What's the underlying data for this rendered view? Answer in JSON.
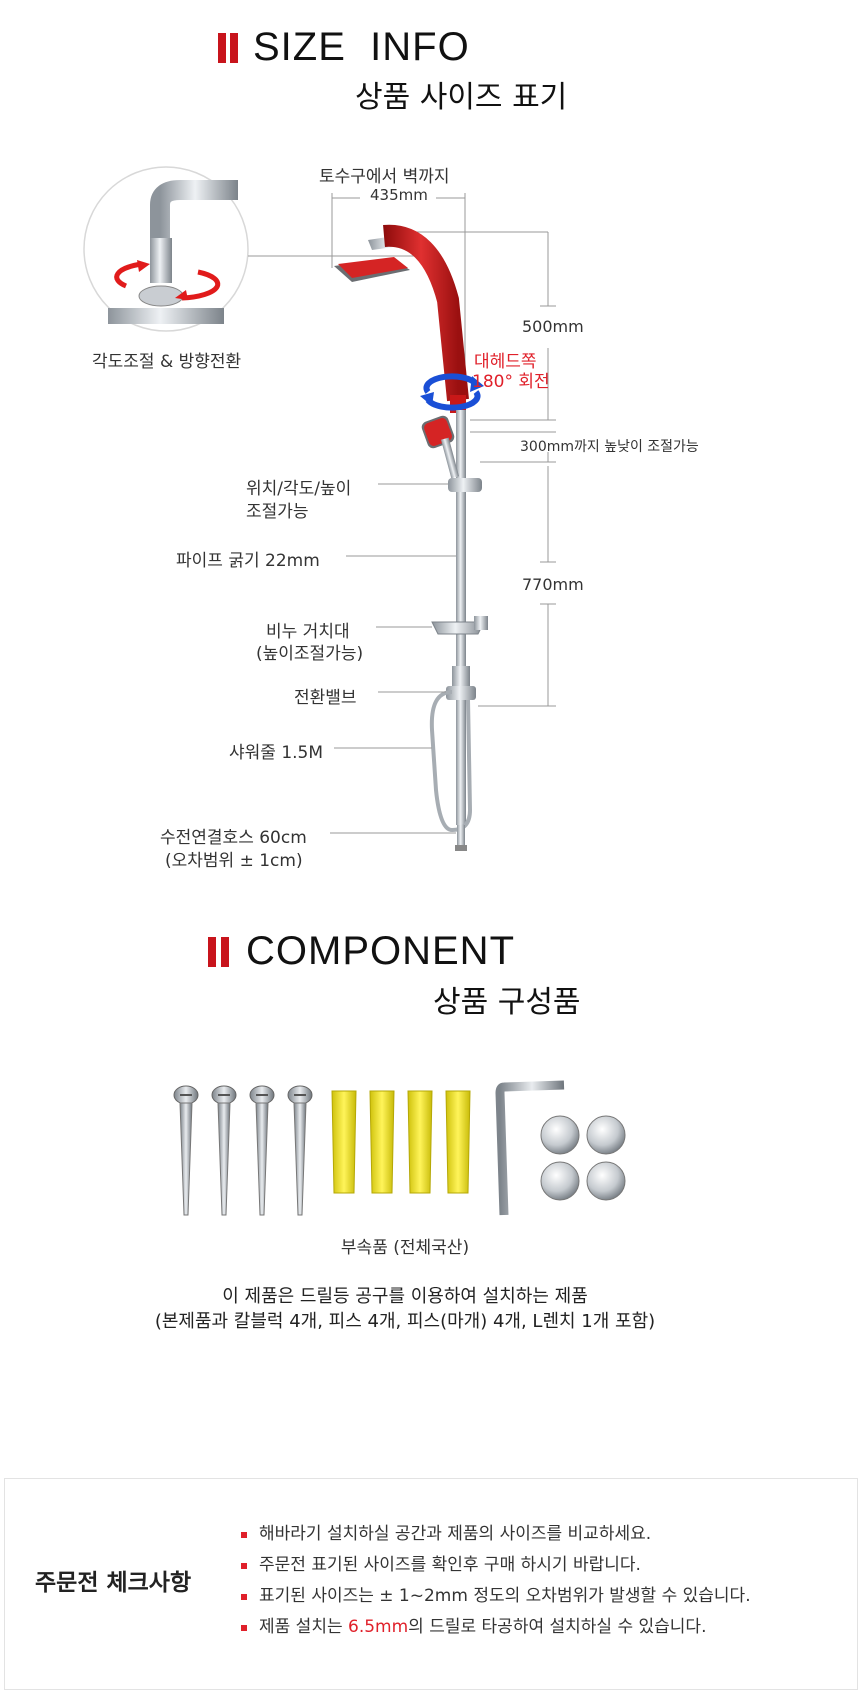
{
  "size_info": {
    "heading_en": "SIZE  INFO",
    "heading_ko": "상품 사이즈 표기",
    "labels": {
      "outlet_to_wall_title": "토수구에서 벽까지",
      "outlet_to_wall_value": "435mm",
      "angle_direction": "각도조절 & 방향전환",
      "height_500": "500mm",
      "big_head_rotate_line1": "대헤드쪽",
      "big_head_rotate_line2": "180° 회전",
      "height_adjust": "300mm까지 높낮이 조절가능",
      "position_line1": "위치/각도/높이",
      "position_line2": "조절가능",
      "pipe": "파이프 굵기 22mm",
      "height_770": "770mm",
      "soap_line1": "비누 거치대",
      "soap_line2": "(높이조절가능)",
      "valve": "전환밸브",
      "hose": "샤워줄 1.5M",
      "connect_line1": "수전연결호스 60cm",
      "connect_line2": "(오차범위 ± 1cm)"
    }
  },
  "component": {
    "heading_en": "COMPONENT",
    "heading_ko": "상품 구성품",
    "caption": "부속품 (전체국산)",
    "desc_line1": "이 제품은 드릴등 공구를 이용하여 설치하는 제품",
    "desc_line2": "(본제품과 칼블럭 4개, 피스 4개, 피스(마개) 4개, L렌치 1개 포함)"
  },
  "checklist": {
    "title": "주문전 체크사항",
    "items": [
      "해바라기 설치하실 공간과 제품의 사이즈를 비교하세요.",
      "주문전 표기된 사이즈를 확인후 구매 하시기 바랍니다.",
      "표기된 사이즈는 ± 1~2mm 정도의 오차범위가 발생할 수 있습니다."
    ],
    "last_item": {
      "before": "제품 설치는 ",
      "highlight": "6.5mm",
      "after": "의 드릴로 타공하여 설치하실 수 있습니다."
    }
  },
  "colors": {
    "accent_red": "#c8141c",
    "highlight_red": "#e0202a",
    "pipe_red": "#c81818",
    "rotate_blue": "#1a4fd6",
    "anchor_yellow": "#f2e41c",
    "chrome": "#b9bec4"
  }
}
